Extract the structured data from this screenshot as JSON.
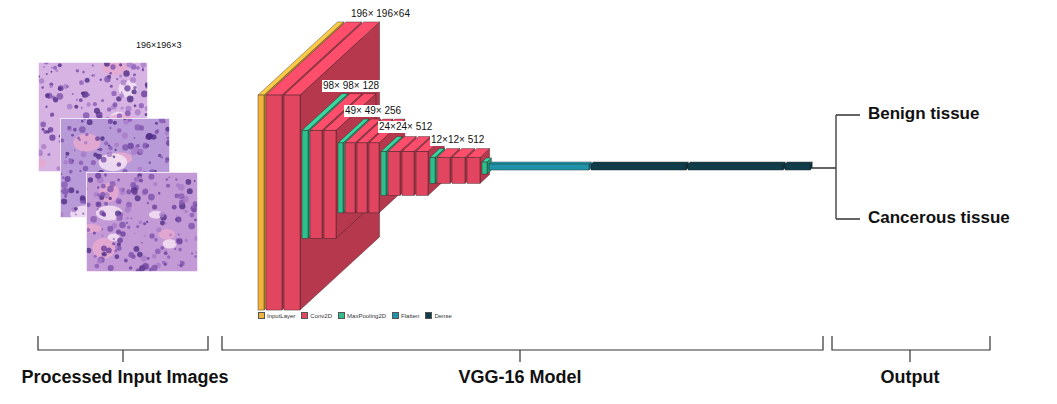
{
  "diagram": {
    "labels": [
      "196×196×3",
      "196× 196×64",
      "98× 98× 128",
      "49× 49× 256",
      "24×24× 512",
      "12×12× 512",
      "Benign tissue",
      "Cancerous tissue",
      "Processed Input Images",
      "VGG-16 Model",
      "Output"
    ],
    "legend": [
      {
        "text": "InputLayer",
        "color": "#f2b33d"
      },
      {
        "text": "Conv2D",
        "color": "#e2455f"
      },
      {
        "text": "MaxPooling2D",
        "color": "#2fbf8c"
      },
      {
        "text": "Flatten",
        "color": "#1f93a8"
      },
      {
        "text": "Dense",
        "color": "#0f3d4c"
      }
    ]
  }
}
